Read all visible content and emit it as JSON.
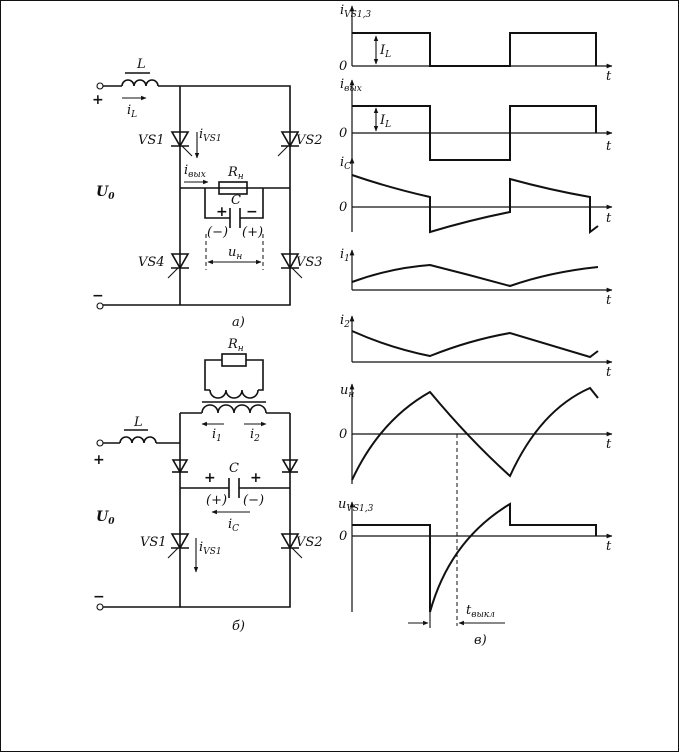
{
  "circuit_a": {
    "caption": "a)",
    "inductor": "L",
    "current_in": "i",
    "current_in_sub": "L",
    "plus": "+",
    "minus": "−",
    "source": "U",
    "source_sub": "0",
    "vs1": "VS1",
    "vs2": "VS2",
    "vs3": "VS3",
    "vs4": "VS4",
    "i_vs1": "i",
    "i_vs1_sub": "VS1",
    "i_out": "i",
    "i_out_sub": "вых",
    "resistor": "R",
    "resistor_sub": "н",
    "cap": "C",
    "cap_plus": "+",
    "cap_minus": "−",
    "cap_paren_minus": "(−)",
    "cap_paren_plus": "(+)",
    "u_load": "u",
    "u_load_sub": "н"
  },
  "circuit_b": {
    "caption": "б)",
    "inductor": "L",
    "plus": "+",
    "minus": "−",
    "source": "U",
    "source_sub": "0",
    "resistor": "R",
    "resistor_sub": "н",
    "i1": "i",
    "i1_sub": "1",
    "i2": "i",
    "i2_sub": "2",
    "cap": "C",
    "cap_plus_left": "+",
    "cap_plus_right": "+",
    "cap_paren_plus": "(+)",
    "cap_paren_minus": "(−)",
    "i_c": "i",
    "i_c_sub": "C",
    "vs1": "VS1",
    "vs2": "VS2",
    "i_vs1": "i",
    "i_vs1_sub": "VS1"
  },
  "waveforms": {
    "caption": "в)",
    "t": "t",
    "zero": "0",
    "p1_label": "i",
    "p1_sub": "VS1,3",
    "p1_amp": "I",
    "p1_amp_sub": "L",
    "p2_label": "i",
    "p2_sub": "вых",
    "p2_amp": "I",
    "p2_amp_sub": "L",
    "p3_label": "i",
    "p3_sub": "C",
    "p4_label": "i",
    "p4_sub": "1",
    "p5_label": "i",
    "p5_sub": "2",
    "p6_label": "u",
    "p6_sub": "н",
    "p7_label": "u",
    "p7_sub": "VS1,3",
    "t_off": "t",
    "t_off_sub": "выкл"
  }
}
